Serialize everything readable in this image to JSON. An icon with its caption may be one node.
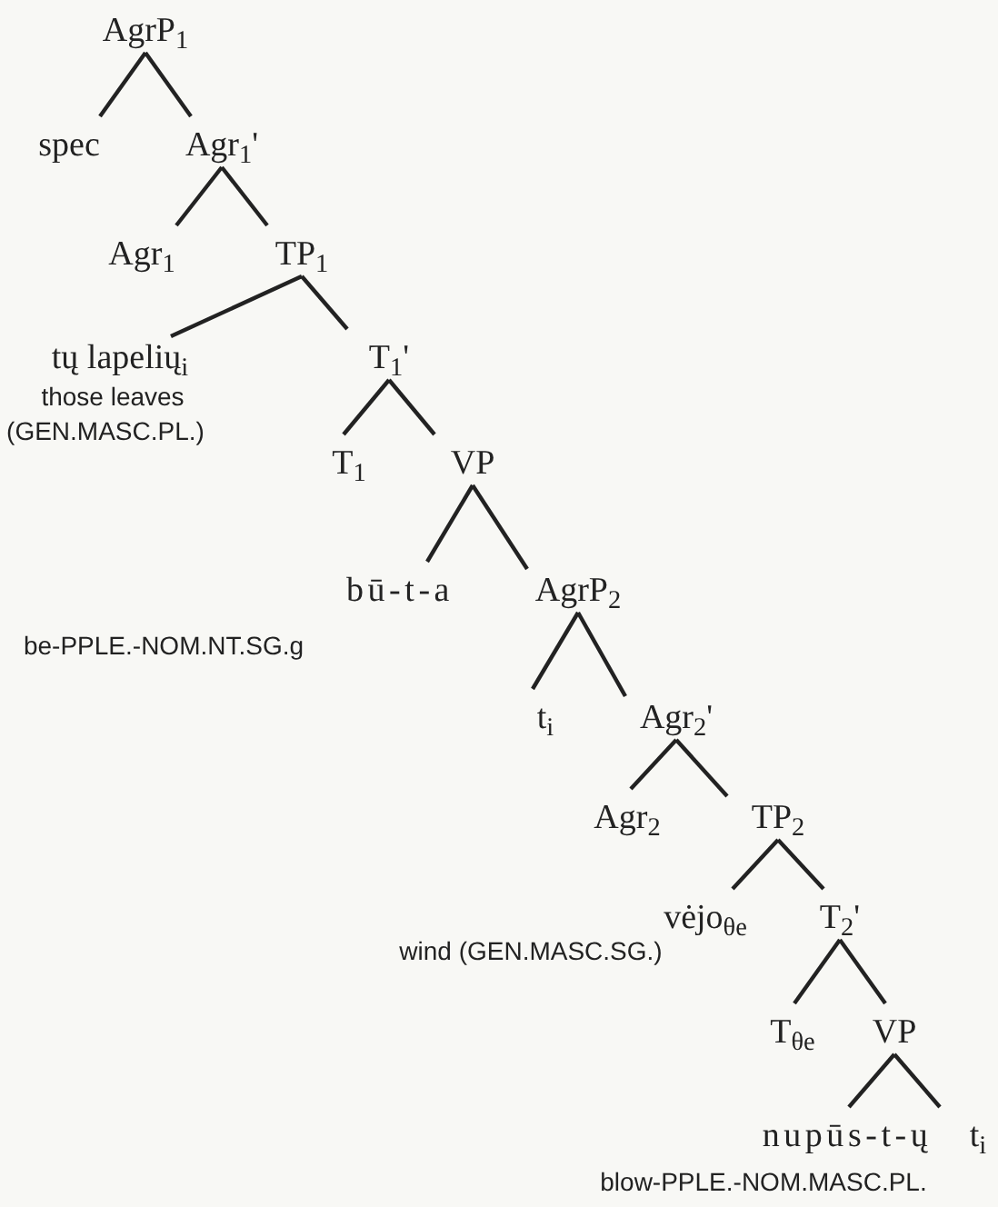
{
  "diagram": {
    "nodes": [
      {
        "text": [
          "AgrP$_{1}$"
        ]
      },
      {
        "text": [
          "spec"
        ]
      },
      {
        "text": [
          "Agr$_{1}$'"
        ]
      },
      {
        "text": [
          "Agr$_{1}$"
        ]
      },
      {
        "text": [
          "TP$_{1}$"
        ]
      },
      {
        "text": [
          "tų lapelių$_{i}$"
        ],
        "beside": [
          "those leaves",
          "(GEN.MASC.PL.)"
        ]
      },
      {
        "text": [
          "T$_{1}$'"
        ]
      },
      {
        "text": [
          "T$_{1}$"
        ]
      },
      {
        "text": [
          "VP"
        ]
      },
      {
        "text": [
          "bū-t-a"
        ],
        "beside": [
          "be-PPLE.-NOM.NT.SG.g"
        ]
      },
      {
        "text": [
          "AgrP$_{2}$"
        ]
      },
      {
        "text": [
          "t$_{i}$"
        ]
      },
      {
        "text": [
          "Agr$_{2}$'"
        ]
      },
      {
        "text": [
          "Agr$_{2}$"
        ]
      },
      {
        "text": [
          "TP$_{2}$"
        ]
      },
      {
        "text": [
          "vėjo$_{θe}$"
        ],
        "beside": [
          "wind (GEN.MASC.SG.)"
        ]
      },
      {
        "text": [
          "T$_{2}$'"
        ]
      },
      {
        "text": [
          "T$_{θe}$"
        ]
      },
      {
        "text": [
          "VP"
        ]
      },
      {
        "text": [
          "nupūs-t-ų"
        ],
        "beside": [
          "blow-PPLE.-NOM.MASC.PL."
        ]
      },
      {
        "text": [
          "t$_{i}$"
        ]
      }
    ],
    "edges": [
      {
        "from": 0,
        "to": 1,
        "arrow": "none"
      },
      {
        "from": 0,
        "to": 2,
        "arrow": "none"
      },
      {
        "from": 2,
        "to": 3,
        "arrow": "none"
      },
      {
        "from": 2,
        "to": 4,
        "arrow": "none"
      },
      {
        "from": 4,
        "to": 5,
        "arrow": "none"
      },
      {
        "from": 4,
        "to": 6,
        "arrow": "none"
      },
      {
        "from": 6,
        "to": 7,
        "arrow": "none"
      },
      {
        "from": 6,
        "to": 8,
        "arrow": "none"
      },
      {
        "from": 8,
        "to": 9,
        "arrow": "none"
      },
      {
        "from": 8,
        "to": 10,
        "arrow": "none"
      },
      {
        "from": 10,
        "to": 11,
        "arrow": "none"
      },
      {
        "from": 10,
        "to": 12,
        "arrow": "none"
      },
      {
        "from": 12,
        "to": 13,
        "arrow": "none"
      },
      {
        "from": 12,
        "to": 14,
        "arrow": "none"
      },
      {
        "from": 14,
        "to": 15,
        "arrow": "none"
      },
      {
        "from": 14,
        "to": 16,
        "arrow": "none"
      },
      {
        "from": 16,
        "to": 17,
        "arrow": "none"
      },
      {
        "from": 16,
        "to": 18,
        "arrow": "none"
      },
      {
        "from": 18,
        "to": 19,
        "arrow": "none"
      },
      {
        "from": 18,
        "to": 20,
        "arrow": "none"
      }
    ]
  }
}
